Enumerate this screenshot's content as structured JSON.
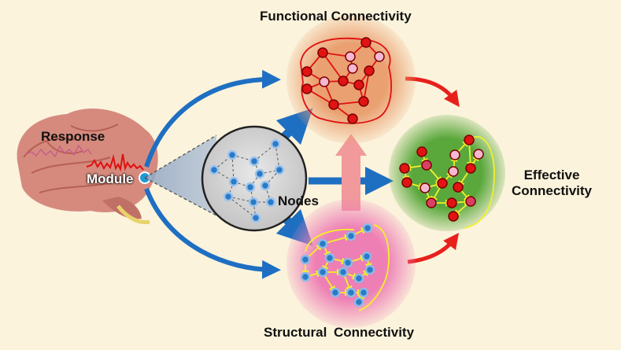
{
  "labels": {
    "functional": "Functional Connectivity",
    "structural": "Structural  Connectivity",
    "effective_line1": "Effective",
    "effective_line2": "Connectivity",
    "response": "Response",
    "module": "Module",
    "nodes": "Nodes"
  },
  "colors": {
    "background": "#fbf3dc",
    "functional_circle": "#eaa070",
    "structural_circle": "#ee7fb5",
    "effective_circle": "#5aa83c",
    "nodes_circle": "#cfcfcf",
    "blue_arrow": "#1e6fc2",
    "red_arrow": "#e8201c",
    "pink_arrow": "#f2999b",
    "red_edge": "#e01010",
    "yellow_edge": "#f3f02a",
    "blue_node": "#2a7ac8"
  }
}
